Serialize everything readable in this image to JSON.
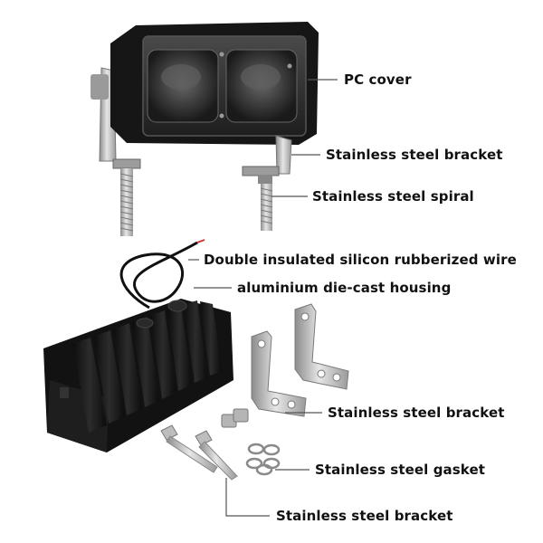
{
  "callouts": {
    "pc_cover": "PC cover",
    "bracket_top": "Stainless steel bracket",
    "spiral": "Stainless steel spiral",
    "wire": "Double insulated silicon rubberized wire",
    "housing": "aluminium die-cast housing",
    "bracket_middle": "Stainless steel bracket",
    "gasket": "Stainless steel gasket",
    "bracket_bottom": "Stainless steel bracket"
  },
  "colors": {
    "housing": "#1a1a1a",
    "lens": "#3a3a3a",
    "steel": "#c8c8c8",
    "text": "#111111"
  }
}
